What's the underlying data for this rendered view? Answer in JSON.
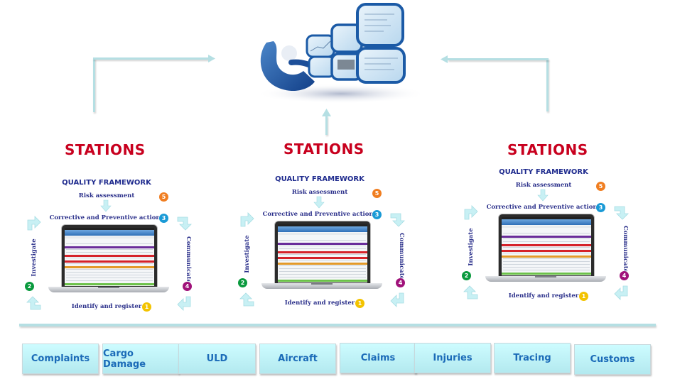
{
  "hub": {
    "illustration": "user-at-multiple-screens-illustration"
  },
  "stations": [
    {
      "title": "STATIONS",
      "framework": {
        "title": "QUALITY FRAMEWORK",
        "steps": {
          "risk": {
            "label": "Risk assessment",
            "number": "5"
          },
          "corrective": {
            "label": "Corrective and Preventive actions",
            "number": "3"
          },
          "investigate": {
            "label": "Investigate",
            "number": "2"
          },
          "communicate": {
            "label": "Communicate",
            "number": "4"
          },
          "identify": {
            "label": "Identify and register",
            "number": "1"
          }
        }
      }
    },
    {
      "title": "STATIONS",
      "framework": {
        "title": "QUALITY FRAMEWORK",
        "steps": {
          "risk": {
            "label": "Risk assessment",
            "number": "5"
          },
          "corrective": {
            "label": "Corrective and Preventive actions",
            "number": "3"
          },
          "investigate": {
            "label": "Investigate",
            "number": "2"
          },
          "communicate": {
            "label": "Communicate",
            "number": "4"
          },
          "identify": {
            "label": "Identify and register",
            "number": "1"
          }
        }
      }
    },
    {
      "title": "STATIONS",
      "framework": {
        "title": "QUALITY FRAMEWORK",
        "steps": {
          "risk": {
            "label": "Risk assessment",
            "number": "5"
          },
          "corrective": {
            "label": "Corrective and Preventive actions",
            "number": "3"
          },
          "investigate": {
            "label": "Investigate",
            "number": "2"
          },
          "communicate": {
            "label": "Communicate",
            "number": "4"
          },
          "identify": {
            "label": "Identify and register",
            "number": "1"
          }
        }
      }
    }
  ],
  "badge_colors": {
    "1": "#f3c300",
    "2": "#0a9a3e",
    "3": "#1a9ad6",
    "4": "#a0127a",
    "5": "#f07e21"
  },
  "colors": {
    "stations_title": "#c8001e",
    "framework_text": "#1f2b8e",
    "connector": "#b5dfe3",
    "category_text": "#1b6bb8"
  },
  "categories": [
    {
      "label": "Complaints"
    },
    {
      "label": "Cargo Damage"
    },
    {
      "label": "ULD"
    },
    {
      "label": "Aircraft"
    },
    {
      "label": "Claims"
    },
    {
      "label": "Injuries"
    },
    {
      "label": "Tracing"
    },
    {
      "label": "Customs"
    }
  ]
}
